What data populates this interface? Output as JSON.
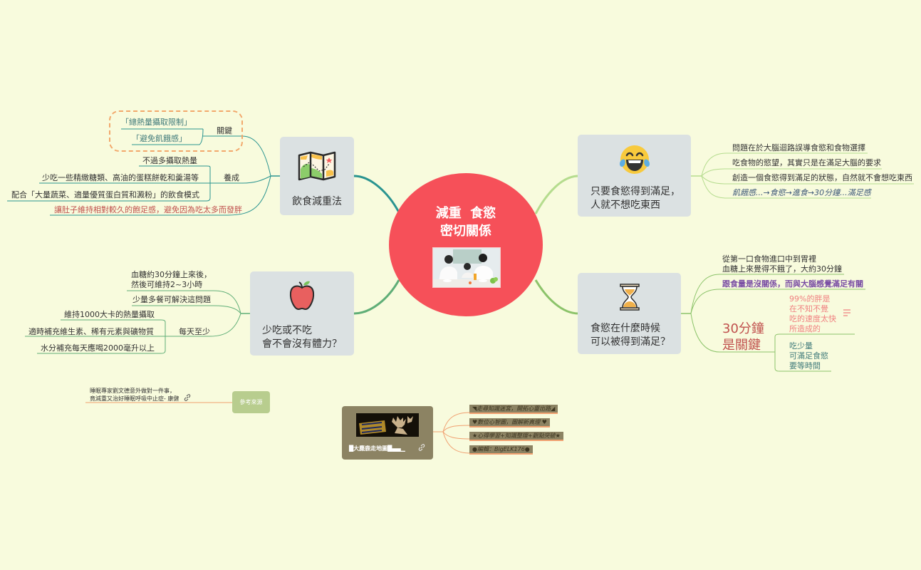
{
  "colors": {
    "background": "#f8fbdd",
    "central": "#f65059",
    "topic_bg": "#dbe1e2",
    "branch_teal": "#2a9490",
    "branch_lightgreen": "#b5dc8e",
    "branch_green": "#5fae77",
    "branch_olive": "#8cc36a",
    "dash_orange": "#f2a86c",
    "highlight_red": "#c0504d",
    "highlight_purple": "#7a4ea4",
    "pink_text": "#f08080",
    "teal_text": "#3f7a7a",
    "source_orange": "#f0a070"
  },
  "central": {
    "title": "減重  食慾\n密切關係",
    "image": "family-eating-photo"
  },
  "topics": {
    "diet": {
      "label": "飲食減重法",
      "icon": "folded-map-icon",
      "key": {
        "label": "關鍵",
        "items": [
          "「總熱量攝取限制」",
          "「避免飢餓感」"
        ]
      },
      "habit": {
        "label": "養成",
        "items": [
          "不過多攝取熱量",
          "少吃一些精緻糖類、高油的蛋糕餅乾和羹湯等",
          "配合「大量蔬菜、適量優質蛋白質和澱粉」的飲食模式"
        ]
      },
      "note": "讓肚子維持相對較久的飽足感，避免因為吃太多而發胖"
    },
    "satisfy": {
      "label": "只要食慾得到滿足，\n人就不想吃東西",
      "icon": "laughing-tears-emoji-icon",
      "items": [
        "問題在於大腦迴路誤導食慾和食物選擇",
        "吃食物的慾望，其實只是在滿足大腦的要求",
        "創造一個食慾得到滿足的狀態，自然就不會想吃東西",
        "飢餓感...→食慾→進食→30分鐘...滿足感"
      ]
    },
    "less": {
      "label": "少吃或不吃\n會不會沒有體力？",
      "icon": "apple-icon",
      "items": [
        "血糖約30分鐘上來後，\n然後可維持2~3小時",
        "少量多餐可解決這問題"
      ],
      "daily": {
        "label": "每天至少",
        "items": [
          "維持1000大卡的熱量攝取",
          "適時補充維生素、稀有元素與礦物質",
          "水分補充每天應喝2000毫升以上"
        ]
      }
    },
    "when": {
      "label": "食慾在什麼時候\n可以被得到滿足？",
      "icon": "hourglass-icon",
      "items": [
        "從第一口食物進口中到胃裡\n血糖上來覺得不餓了，大約30分鐘",
        "跟食量是沒關係，而與大腦感覺滿足有關"
      ],
      "key30": {
        "label": "30分鐘\n是關鍵",
        "items": [
          "99%的胖是\n在不知不覺\n吃的速度太快\n所造成的",
          "吃少量\n可滿足食慾\n要等時間"
        ],
        "note_icon": "notes-icon"
      }
    }
  },
  "reference": {
    "button": "參考來源",
    "link_text": "睡眠專家劉文德意外做對一件事，\n竟減重又治好睡眠呼吸中止症- 康健",
    "link_icon": "link-icon"
  },
  "brand": {
    "name": "█大麋鹿走地圖█▄▄▁",
    "banner": "elk-logo-banner",
    "link_icon": "link-icon",
    "tags": [
      "◥走尋知識迷宮，開拓心靈出路◢",
      "♥數位心智圖，圖解新真理 ♥",
      "★心得學習+知識整理+觀點突破★",
      "●編輯：BigELK176●"
    ]
  }
}
